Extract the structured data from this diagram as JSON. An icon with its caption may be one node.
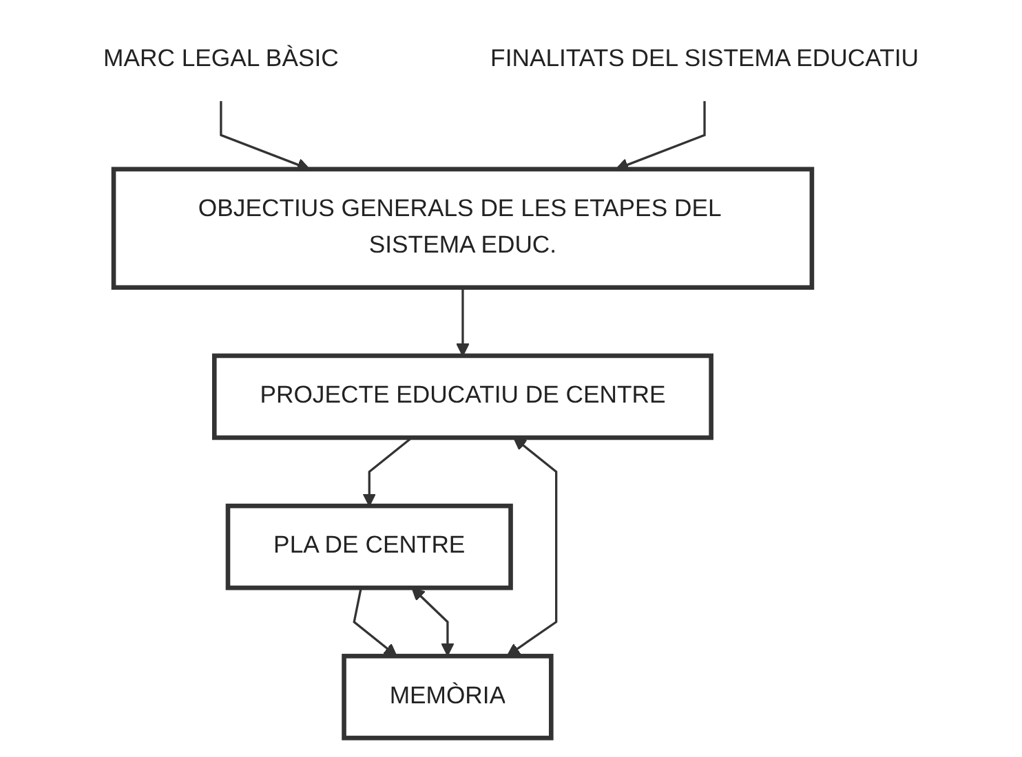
{
  "diagram": {
    "nodes": [
      {
        "text": [
          "MARC LEGAL BÀSIC"
        ]
      },
      {
        "text": [
          "FINALITATS DEL SISTEMA EDUCATIU"
        ]
      },
      {
        "text": [
          "OBJECTIUS GENERALS DE LES ETAPES DEL SISTEMA EDUC."
        ]
      },
      {
        "text": [
          "PROJECTE EDUCATIU DE CENTRE"
        ]
      },
      {
        "text": [
          "PLA DE CENTRE"
        ]
      },
      {
        "text": [
          "MEMÒRIA"
        ]
      }
    ],
    "edges": [
      {
        "from": 0,
        "to": 2,
        "arrow": "to"
      },
      {
        "from": 1,
        "to": 2,
        "arrow": "to"
      },
      {
        "from": 2,
        "to": 3,
        "arrow": "to"
      },
      {
        "from": 3,
        "to": 4,
        "arrow": "to"
      },
      {
        "from": 4,
        "to": 5,
        "arrow": "to"
      },
      {
        "from": 5,
        "to": 3,
        "arrow": "both"
      },
      {
        "from": 5,
        "to": 4,
        "arrow": "both"
      }
    ]
  }
}
